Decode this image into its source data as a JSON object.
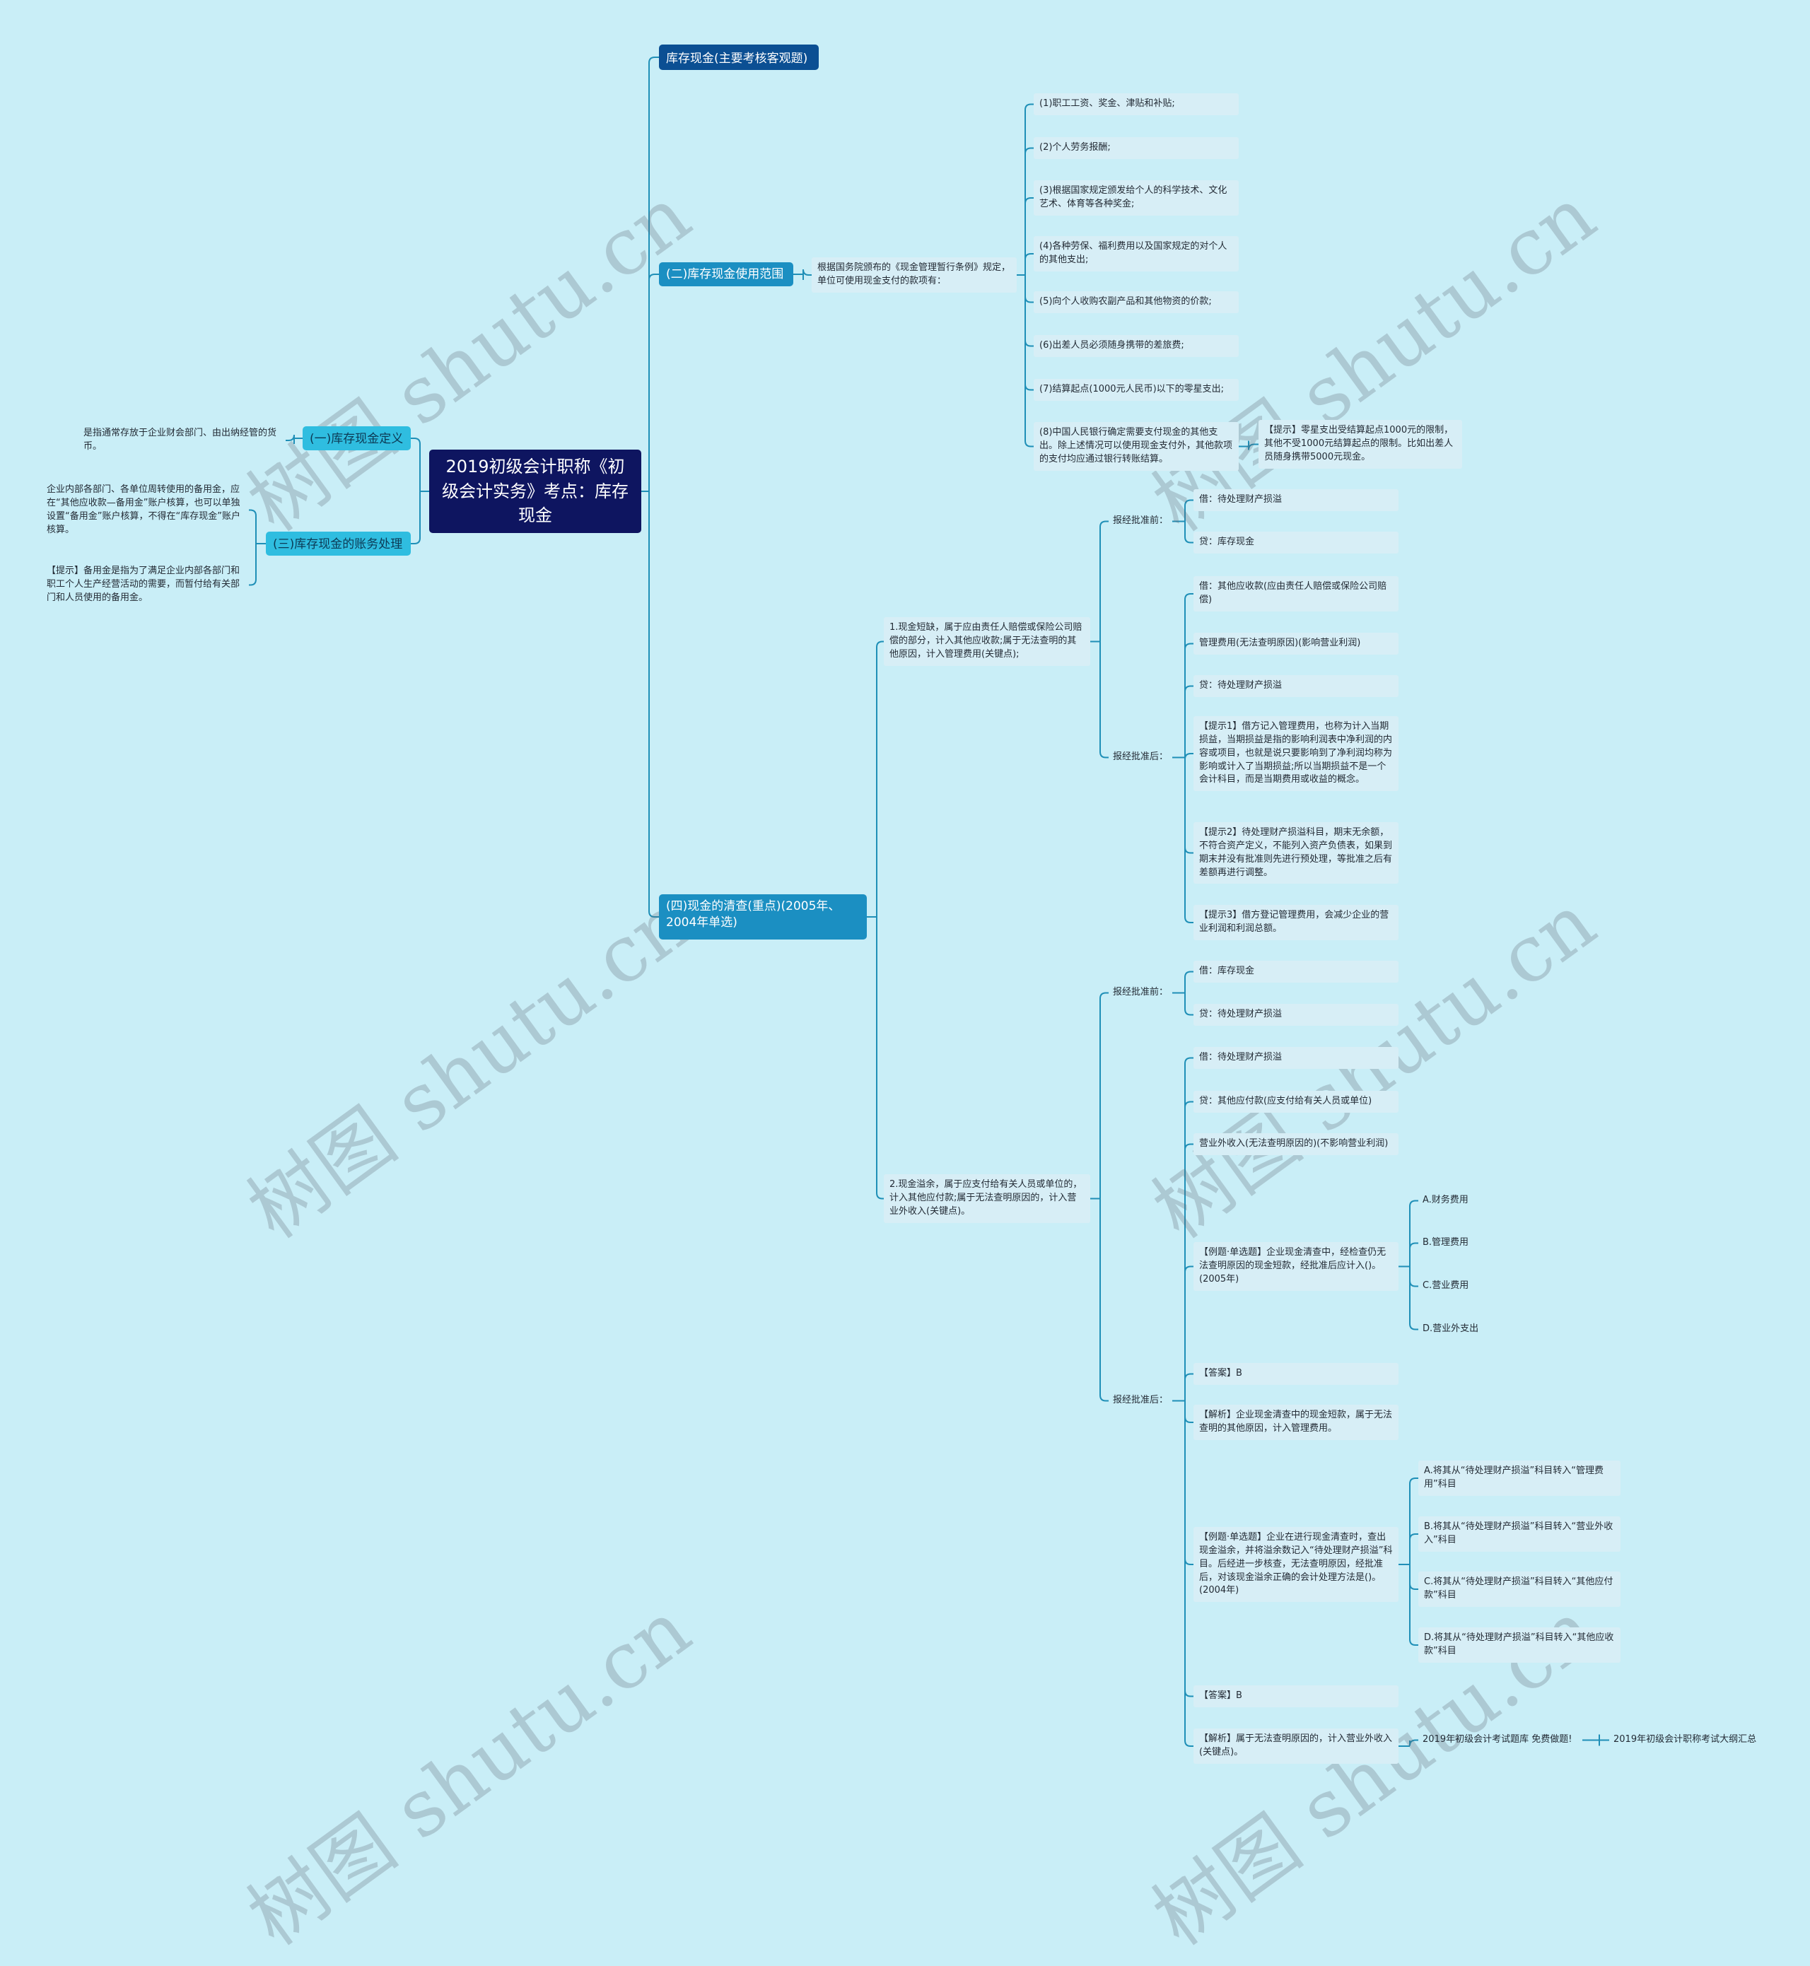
{
  "root": "2019初级会计职称《初级会计实务》考点：库存现金",
  "top": {
    "a": "库存现金(主要考核客观题)",
    "b": "(二)库存现金使用范围",
    "c": "(四)现金的清查(重点)(2005年、2004年单选)"
  },
  "left": {
    "def": "(一)库存现金定义",
    "def_text": "是指通常存放于企业财会部门、由出纳经管的货币。",
    "acct": "(三)库存现金的账务处理",
    "acct_text1": "企业内部各部门、各单位周转使用的备用金，应在“其他应收款—备用金”账户核算，也可以单独设置“备用金”账户核算，不得在“库存现金”账户核算。",
    "acct_text2": "【提示】备用金是指为了满足企业内部各部门和职工个人生产经营活动的需要，而暂付给有关部门和人员使用的备用金。"
  },
  "usage": {
    "intro": "根据国务院颁布的《现金管理暂行条例》规定，单位可使用现金支付的款项有：",
    "items": [
      "(1)职工工资、奖金、津贴和补贴;",
      "(2)个人劳务报酬;",
      "(3)根据国家规定颁发给个人的科学技术、文化艺术、体育等各种奖金;",
      "(4)各种劳保、福利费用以及国家规定的对个人的其他支出;",
      "(5)向个人收购农副产品和其他物资的价款;",
      "(6)出差人员必须随身携带的差旅费;",
      "(7)结算起点(1000元人民币)以下的零星支出;",
      "(8)中国人民银行确定需要支付现金的其他支出。除上述情况可以使用现金支付外，其他款项的支付均应通过银行转账结算。"
    ],
    "tip": "【提示】零星支出受结算起点1000元的限制，其他不受1000元结算起点的限制。比如出差人员随身携带5000元现金。"
  },
  "check": {
    "short": "1.现金短缺，属于应由责任人赔偿或保险公司赔偿的部分，计入其他应收款;属于无法查明的其他原因，计入管理费用(关键点);",
    "short_before": "报经批准前：",
    "short_before_items": [
      "借：待处理财产损溢",
      "贷：库存现金"
    ],
    "short_after": "报经批准后：",
    "short_after_items": [
      "借：其他应收款(应由责任人赔偿或保险公司赔偿)",
      "管理费用(无法查明原因)(影响营业利润)",
      "贷：待处理财产损溢",
      "【提示1】借方记入管理费用，也称为计入当期损益，当期损益是指的影响利润表中净利润的内容或项目，也就是说只要影响到了净利润均称为影响或计入了当期损益;所以当期损益不是一个会计科目，而是当期费用或收益的概念。",
      "【提示2】待处理财产损溢科目，期末无余额，不符合资产定义，不能列入资产负债表，如果到期末并没有批准则先进行预处理，等批准之后有差额再进行调整。",
      "【提示3】借方登记管理费用，会减少企业的营业利润和利润总额。"
    ],
    "over": "2.现金溢余，属于应支付给有关人员或单位的，计入其他应付款;属于无法查明原因的，计入营业外收入(关键点)。",
    "over_before": "报经批准前：",
    "over_before_items": [
      "借：库存现金",
      "贷：待处理财产损溢"
    ],
    "over_after": "报经批准后：",
    "over_after_items": [
      "借：待处理财产损溢",
      "贷：其他应付款(应支付给有关人员或单位)",
      "营业外收入(无法查明原因的)(不影响营业利润)",
      "【例题·单选题】企业现金清查中，经检查仍无法查明原因的现金短款，经批准后应计入()。(2005年)",
      "【答案】B",
      "【解析】企业现金清查中的现金短款，属于无法查明的其他原因，计入管理费用。",
      "【例题·单选题】企业在进行现金清查时，查出现金溢余，并将溢余数记入“待处理财产损溢”科目。后经进一步核查，无法查明原因，经批准后，对该现金溢余正确的会计处理方法是()。(2004年)",
      "【答案】B",
      "【解析】属于无法查明原因的，计入营业外收入(关键点)。"
    ],
    "q1_options": [
      "A.财务费用",
      "B.管理费用",
      "C.营业费用",
      "D.营业外支出"
    ],
    "q2_options": [
      "A.将其从“待处理财产损溢”科目转入“管理费用”科目",
      "B.将其从“待处理财产损溢”科目转入“营业外收入”科目",
      "C.将其从“待处理财产损溢”科目转入“其他应付款”科目",
      "D.将其从“待处理财产损溢”科目转入“其他应收款”科目"
    ],
    "extra1": "2019年初级会计考试题库 免费做题!",
    "extra2": "2019年初级会计职称考试大纲汇总"
  },
  "watermark": "树图 shutu.cn",
  "colors": {
    "background": "#c9eef7",
    "root": "#0e1560",
    "top": "#0b4f93",
    "level1": "#1b8fc2",
    "level1_left": "#2fbde0",
    "line": "#1f8fb7"
  }
}
